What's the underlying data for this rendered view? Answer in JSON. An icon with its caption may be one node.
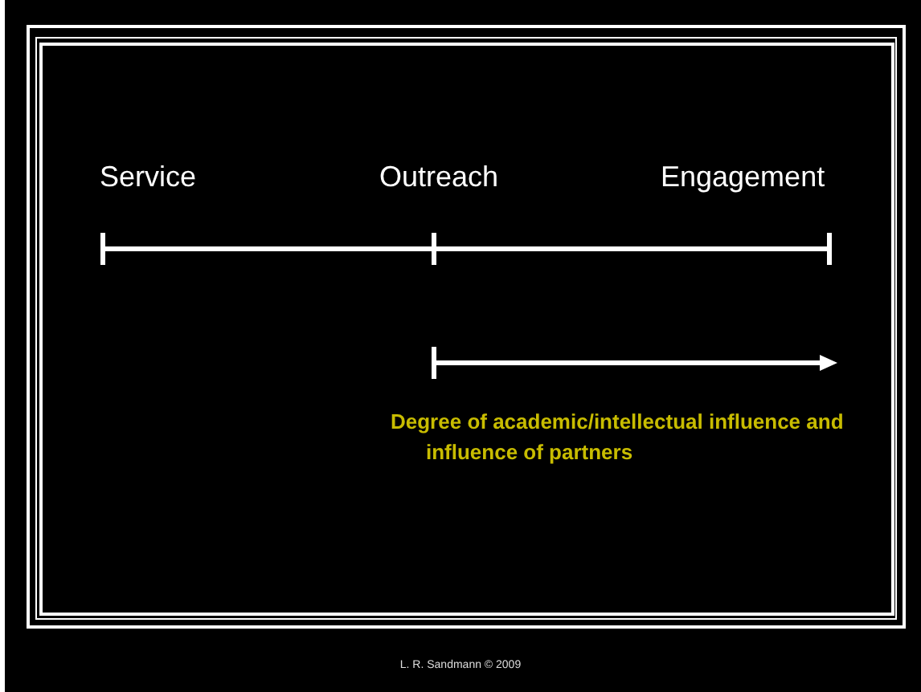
{
  "diagram": {
    "labels": [
      "Service",
      "Outreach",
      "Engagement",
      "Degree of academic/intellectual influence and influence of partners",
      "L. R. Sandmann © 2009"
    ]
  }
}
